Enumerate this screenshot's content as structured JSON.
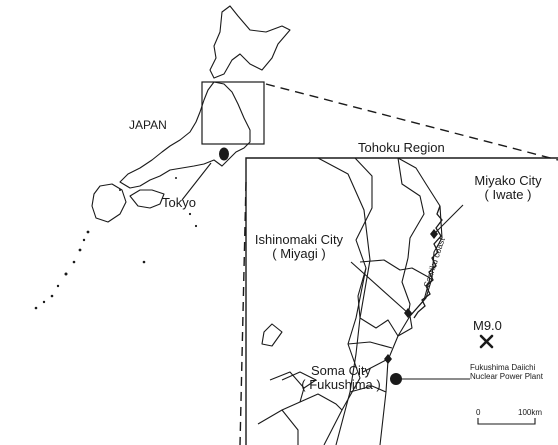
{
  "labels": {
    "japan": "JAPAN",
    "tokyo": "Tokyo",
    "region": "Tohoku Region",
    "miyako": [
      "Miyako City",
      "( Iwate )"
    ],
    "ishinomaki": [
      "Ishinomaki City",
      "( Miyagi )"
    ],
    "soma": [
      "Soma City",
      "( Fukushima )"
    ],
    "sanriku": "Sanriku coast",
    "quake": "M9.0",
    "plant": [
      "Fukushima Daiichi",
      "Nuclear Power Plant"
    ],
    "scale": [
      "0",
      "100km"
    ]
  },
  "icons": {
    "epicenter": "x-mark-icon",
    "plant": "dot-marker-icon",
    "city": "diamond-marker-icon"
  },
  "colors": {
    "ink": "#1a1a1a",
    "background": "#ffffff"
  }
}
